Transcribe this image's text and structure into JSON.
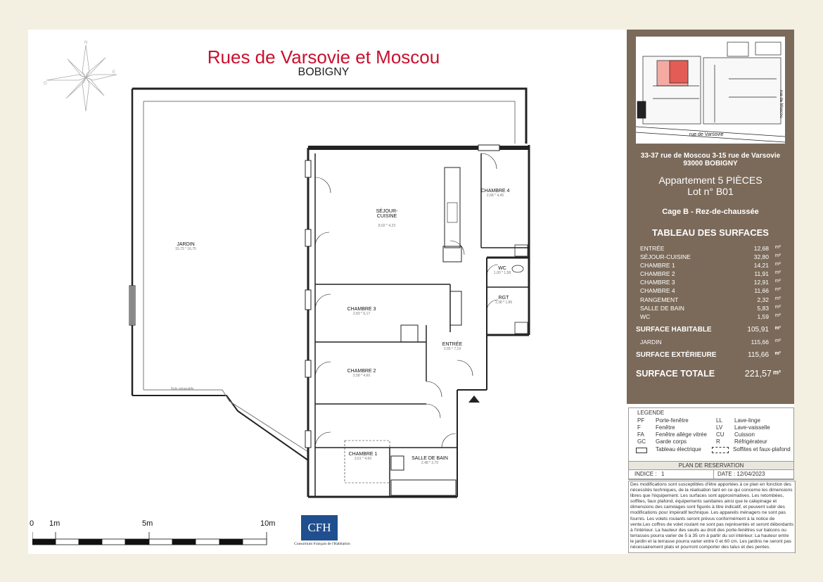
{
  "title": "Rues de Varsovie et Moscou",
  "subtitle": "BOBIGNY",
  "address_line1": "33-37 rue de Moscou 3-15 rue de Varsovie",
  "address_line2": "93000 BOBIGNY",
  "apartment_line1": "Appartement 5 PIÈCES",
  "apartment_line2": "Lot n° B01",
  "floor": "Cage B - Rez-de-chaussée",
  "table_title": "TABLEAU DES SURFACES",
  "unit": "m²",
  "surfaces": [
    {
      "label": "ENTRÉE",
      "value": "12,68"
    },
    {
      "label": "SÉJOUR-CUISINE",
      "value": "32,80"
    },
    {
      "label": "CHAMBRE 1",
      "value": "14,21"
    },
    {
      "label": "CHAMBRE 2",
      "value": "11,91"
    },
    {
      "label": "CHAMBRE 3",
      "value": "12,91"
    },
    {
      "label": "CHAMBRE 4",
      "value": "11,66"
    },
    {
      "label": "RANGEMENT",
      "value": "2,32"
    },
    {
      "label": "SALLE DE BAIN",
      "value": "5,83"
    },
    {
      "label": "WC",
      "value": "1,59"
    }
  ],
  "surface_habitable": {
    "label": "SURFACE HABITABLE",
    "value": "105,91"
  },
  "jardin": {
    "label": "JARDIN",
    "value": "115,66"
  },
  "surface_exterieure": {
    "label": "SURFACE EXTÉRIEURE",
    "value": "115,66"
  },
  "surface_totale": {
    "label": "SURFACE TOTALE",
    "value": "221,57"
  },
  "minimap": {
    "street_label": "rue de Varsovie",
    "street_label_2": "rue de Moscou"
  },
  "legend": {
    "title": "LEGENDE",
    "items": [
      {
        "code": "PF",
        "label": "Porte-fenêtre"
      },
      {
        "code": "F",
        "label": "Fenêtre"
      },
      {
        "code": "FA",
        "label": "Fenêtre allège vitrée"
      },
      {
        "code": "GC",
        "label": "Garde corps"
      },
      {
        "code": "LL",
        "label": "Lave-linge"
      },
      {
        "code": "LV",
        "label": "Lave-vaisselle"
      },
      {
        "code": "CU",
        "label": "Cuisson"
      },
      {
        "code": "R",
        "label": "Réfrigérateur"
      }
    ],
    "tableau": "Tableau électrique",
    "soffites": "Soffites et faux-plafond"
  },
  "reservation": {
    "header": "PLAN DE RESERVATION",
    "indice_label": "INDICE :",
    "indice_value": "1",
    "date": "DATE : 12/04/2023"
  },
  "disclaimer": "Des modifications sont susceptibles d'être apportées à ce plan en fonction des nécessités techniques, de la réalisation tant en ce qui concerne les dimensions libres que l'équipement. Les surfaces sont approximatives. Les retombées, soffites, faux plafond, équipements sanitaires ainsi que le calepinage et dimensions des carrelages sont figurés à titre indicatif, et peuvent subir des modifications pour impératif technique. Les appareils ménagers ne sont pas fournis. Les volets roulants seront prévus conformément à la notice de vente.Les coffres de volet roulant ne sont pas représentés et seront débordants à l'intérieur. La hauteur des seuils au droit des porte-fenêtres sur balcons ou terrasses pourra varier de 5 à 35 cm à partir du sol intérieur. La hauteur entre le jardin et la terrasse pourra varier entre 0 et 60 cm. Les jardins ne seront pas nécessairement plats et pourront comporter des talus et des pentes.",
  "rooms": [
    {
      "id": "jardin",
      "name": "JARDIN",
      "dims": "15,73 * 16,75"
    },
    {
      "id": "sejour",
      "name": "SÉJOUR-\nCUISINE",
      "dims": "8,02 * 4,23"
    },
    {
      "id": "ch4",
      "name": "CHAMBRE 4",
      "dims": "2,68 * 4,45"
    },
    {
      "id": "wc",
      "name": "WC",
      "dims": "1,00 * 1,58"
    },
    {
      "id": "rgt",
      "name": "RGT",
      "dims": "1,38 * 1,85"
    },
    {
      "id": "ch3",
      "name": "CHAMBRE 3",
      "dims": "2,83 * 6,17"
    },
    {
      "id": "entree",
      "name": "ENTRÉE",
      "dims": "2,65 * 7,19"
    },
    {
      "id": "ch2",
      "name": "CHAMBRE 2",
      "dims": "2,58 * 4,60"
    },
    {
      "id": "ch1",
      "name": "CHAMBRE 1",
      "dims": "3,61 * 4,60"
    },
    {
      "id": "sdb",
      "name": "SALLE DE BAIN",
      "dims": "2,48 * 2,70"
    }
  ],
  "small_note": "Sols séparatifs",
  "scale": {
    "labels": [
      "0",
      "1m",
      "5m",
      "10m"
    ]
  },
  "logo": {
    "text": "CFH",
    "caption": "Consortium Français de l'Habitation"
  },
  "colors": {
    "panel": "#7b6a5a",
    "title_red": "#c8102e",
    "logo_blue": "#1f4f8e",
    "page_bg": "#f3f0e2"
  }
}
